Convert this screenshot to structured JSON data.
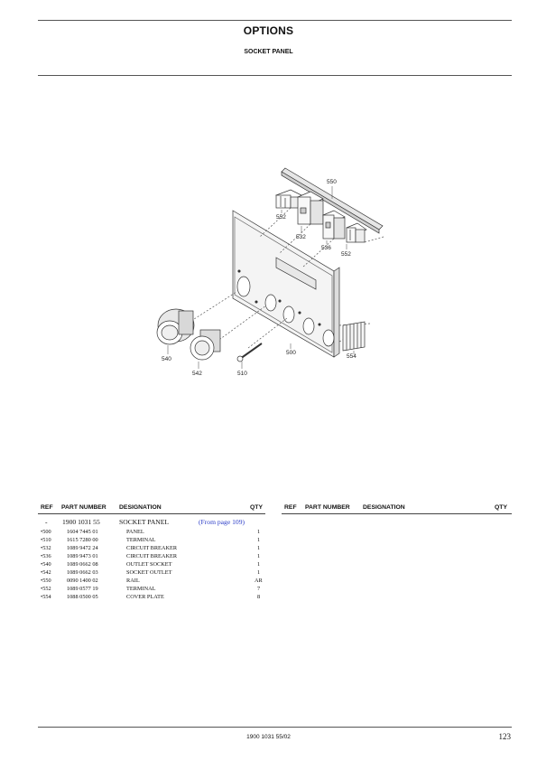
{
  "header": {
    "title": "OPTIONS",
    "subtitle": "SOCKET PANEL"
  },
  "diagram": {
    "callouts": {
      "c550": "550",
      "c552a": "552",
      "c532": "532",
      "c536": "536",
      "c552b": "552",
      "c540": "540",
      "c542": "542",
      "c510": "510",
      "c500": "500",
      "c554": "554"
    }
  },
  "table_left": {
    "headers": {
      "ref": "REF",
      "part": "PART NUMBER",
      "designation": "DESIGNATION",
      "qty": "QTY"
    },
    "rows": [
      {
        "ref": "-",
        "part": "1900 1031 55",
        "designation": "SOCKET PANEL",
        "note": "(From page 109)",
        "qty": ""
      },
      {
        "ref": "•500",
        "part": "1604 7445 01",
        "designation": "PANEL",
        "note": "",
        "qty": "1"
      },
      {
        "ref": "•510",
        "part": "1615 7280 00",
        "designation": "TERMINAL",
        "note": "",
        "qty": "1"
      },
      {
        "ref": "•532",
        "part": "1089 9472 24",
        "designation": "CIRCUIT BREAKER",
        "note": "",
        "qty": "1"
      },
      {
        "ref": "•536",
        "part": "1089 9473 01",
        "designation": "CIRCUIT BREAKER",
        "note": "",
        "qty": "1"
      },
      {
        "ref": "•540",
        "part": "1089 0662 08",
        "designation": "OUTLET SOCKET",
        "note": "",
        "qty": "1"
      },
      {
        "ref": "•542",
        "part": "1089 0662 03",
        "designation": "SOCKET OUTLET",
        "note": "",
        "qty": "1"
      },
      {
        "ref": "•550",
        "part": "0090 1400 02",
        "designation": "RAIL",
        "note": "",
        "qty": "AR"
      },
      {
        "ref": "•552",
        "part": "1089 0577 19",
        "designation": "TERMINAL",
        "note": "",
        "qty": "7"
      },
      {
        "ref": "•554",
        "part": "1088 0500 05",
        "designation": "COVER PLATE",
        "note": "",
        "qty": "8"
      }
    ]
  },
  "table_right": {
    "headers": {
      "ref": "REF",
      "part": "PART NUMBER",
      "designation": "DESIGNATION",
      "qty": "QTY"
    }
  },
  "footer": {
    "doc_code": "1900 1031 55/02",
    "page": "123"
  }
}
